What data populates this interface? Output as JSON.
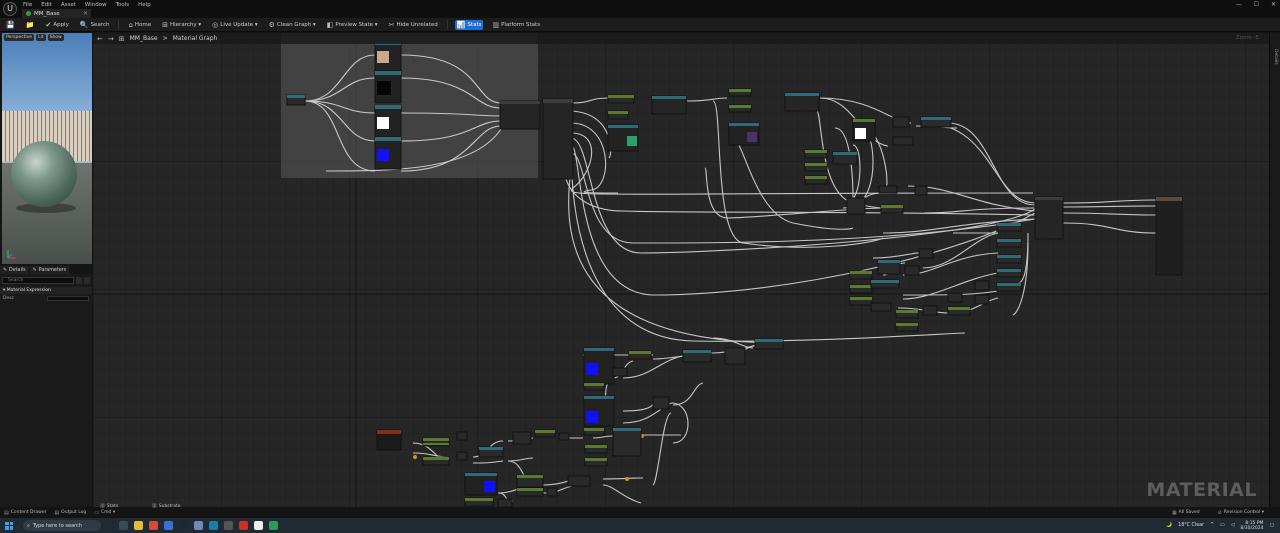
{
  "app": {
    "logo_glyph": "U"
  },
  "menu": [
    "File",
    "Edit",
    "Asset",
    "Window",
    "Tools",
    "Help"
  ],
  "window_controls": {
    "minimize": "—",
    "maximize": "☐",
    "close": "✕"
  },
  "tab": {
    "label": "MM_Base",
    "close": "✕"
  },
  "toolbar": [
    {
      "label": "",
      "icon": "save-icon",
      "glyph": "💾"
    },
    {
      "label": "",
      "icon": "browse-icon",
      "glyph": "📁"
    },
    {
      "label": "Apply",
      "icon": "apply-icon",
      "glyph": "✔"
    },
    {
      "label": "Search",
      "icon": "search-icon",
      "glyph": "🔍"
    },
    {
      "label": "Home",
      "icon": "home-icon",
      "glyph": "⌂"
    },
    {
      "label": "Hierarchy ▾",
      "icon": "hierarchy-icon",
      "glyph": "⊞"
    },
    {
      "label": "Live Update ▾",
      "icon": "live-update-icon",
      "glyph": "◎"
    },
    {
      "label": "Clean Graph ▾",
      "icon": "clean-graph-icon",
      "glyph": "⚙"
    },
    {
      "label": "Preview State ▾",
      "icon": "preview-state-icon",
      "glyph": "◧"
    },
    {
      "label": "Hide Unrelated",
      "icon": "hide-unrelated-icon",
      "glyph": "✂"
    },
    {
      "label": "Stats",
      "icon": "stats-icon",
      "glyph": "📊",
      "active": true
    },
    {
      "label": "Platform Stats",
      "icon": "platform-stats-icon",
      "glyph": "▥"
    }
  ],
  "viewport": {
    "buttons": [
      "Perspective",
      "Lit",
      "Show"
    ]
  },
  "details": {
    "tabs": [
      {
        "label": "Details",
        "icon": "pencil-icon",
        "glyph": "✎"
      },
      {
        "label": "Parameters",
        "icon": "parameters-icon",
        "glyph": "✎"
      }
    ],
    "search_placeholder": "Search",
    "section": "▾ Material Expression",
    "row_label": "Desc"
  },
  "graph": {
    "back": "←",
    "forward": "→",
    "breadcrumb_root": "MM_Base",
    "breadcrumb_sep": ">",
    "breadcrumb_leaf": "Material Graph",
    "zoom": "Zoom -5",
    "watermark": "MATERIAL"
  },
  "right_strip": {
    "label": "Details"
  },
  "bottom_bar": {
    "content_drawer": "Content Drawer",
    "output_log": "Output Log",
    "cmd": "Cmd ▾",
    "stats_tab": "Stats",
    "substrate_tab": "Substrate",
    "all_saved": "All Saved",
    "revision": "Revision Control ▾"
  },
  "taskbar": {
    "search_placeholder": "Type here to search",
    "weather": "18°C  Clear",
    "time": "8:15 PM",
    "date": "8/30/2024"
  },
  "colors": {
    "node_header_green": "#5c7a2e",
    "node_header_teal": "#2e6a78",
    "node_header_dark": "#3c3c3c",
    "node_header_red": "#8a2b1e",
    "swatch_tan": "#c8a98a",
    "swatch_white": "#ffffff",
    "swatch_blue": "#1010ff",
    "active_blue": "#1d6fd8"
  }
}
